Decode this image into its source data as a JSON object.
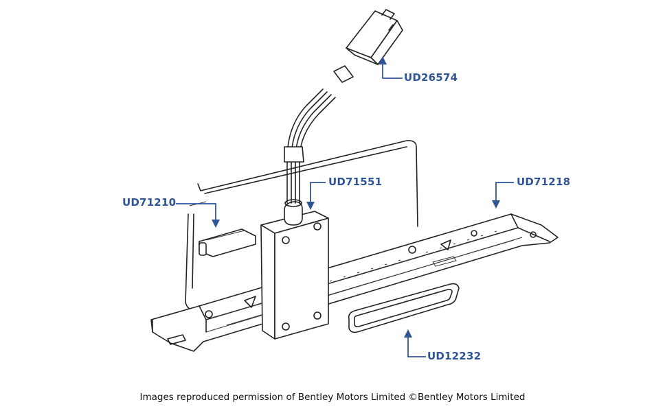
{
  "diagram": {
    "parts": [
      {
        "id": "ud26574",
        "label": "UD26574"
      },
      {
        "id": "ud71551",
        "label": "UD71551"
      },
      {
        "id": "ud71218",
        "label": "UD71218"
      },
      {
        "id": "ud71210",
        "label": "UD71210"
      },
      {
        "id": "ud12232",
        "label": "UD12232"
      }
    ],
    "credit": "Images reproduced permission of Bentley Motors Limited ©Bentley Motors Limited",
    "colors": {
      "label": "#2f5597",
      "drawing": "#222222",
      "background": "#ffffff"
    }
  }
}
